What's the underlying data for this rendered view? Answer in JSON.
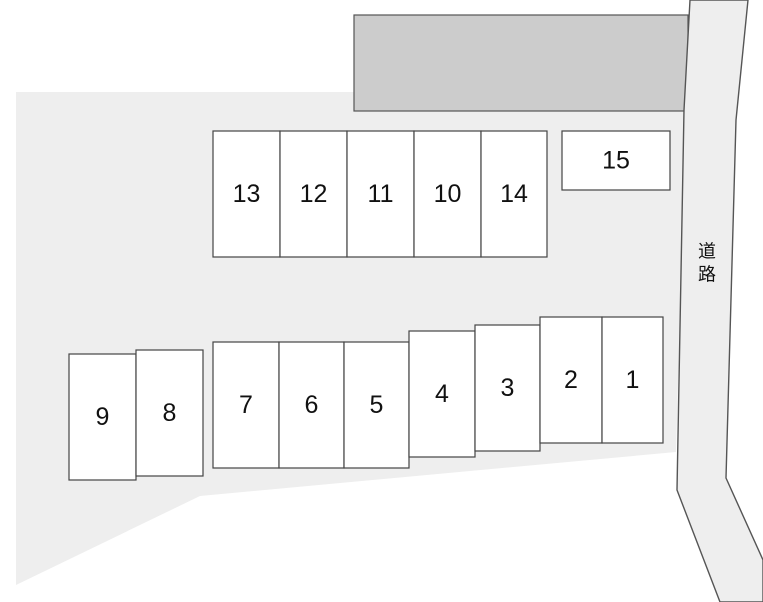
{
  "map": {
    "road": {
      "label_top": "道",
      "label_bottom": "路",
      "color": "#eeeeee"
    },
    "building": {
      "color": "#cccccc"
    },
    "spaces": [
      {
        "id": "13",
        "label": "13"
      },
      {
        "id": "12",
        "label": "12"
      },
      {
        "id": "11",
        "label": "11"
      },
      {
        "id": "10",
        "label": "10"
      },
      {
        "id": "14",
        "label": "14"
      },
      {
        "id": "15",
        "label": "15"
      },
      {
        "id": "9",
        "label": "9"
      },
      {
        "id": "8",
        "label": "8"
      },
      {
        "id": "7",
        "label": "7"
      },
      {
        "id": "6",
        "label": "6"
      },
      {
        "id": "5",
        "label": "5"
      },
      {
        "id": "4",
        "label": "4"
      },
      {
        "id": "3",
        "label": "3"
      },
      {
        "id": "2",
        "label": "2"
      },
      {
        "id": "1",
        "label": "1"
      }
    ]
  }
}
